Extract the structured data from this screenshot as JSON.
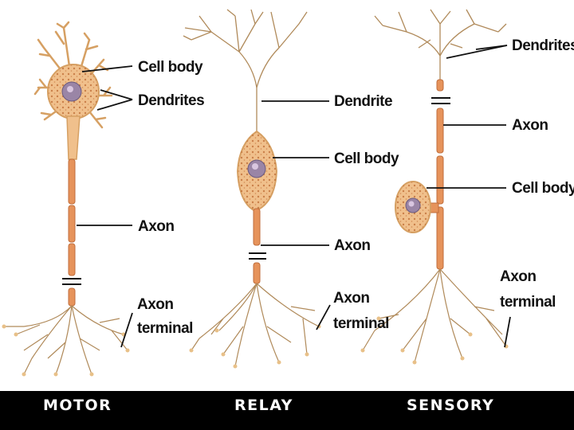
{
  "colors": {
    "neuron_fill": "#f0c08c",
    "neuron_dark": "#d0874e",
    "axon_segment": "#e6935b",
    "nucleus": "#9a85a6",
    "branch": "#b08a5a",
    "background": "#ffffff",
    "caption_bar": "#000000",
    "caption_text": "#ffffff"
  },
  "motor": {
    "caption": "MOTOR",
    "cell_body_label": "Cell body",
    "dendrites_label": "Dendrites",
    "axon_label": "Axon",
    "axon_terminal_label_1": "Axon",
    "axon_terminal_label_2": "terminal"
  },
  "relay": {
    "caption": "RELAY",
    "dendrite_label": "Dendrite",
    "cell_body_label": "Cell body",
    "axon_label": "Axon",
    "axon_terminal_label_1": "Axon",
    "axon_terminal_label_2": "terminal"
  },
  "sensory": {
    "caption": "SENSORY",
    "dendrites_label": "Dendrites",
    "axon_label": "Axon",
    "cell_body_label": "Cell body",
    "axon_terminal_label_1": "Axon",
    "axon_terminal_label_2": "terminal"
  }
}
